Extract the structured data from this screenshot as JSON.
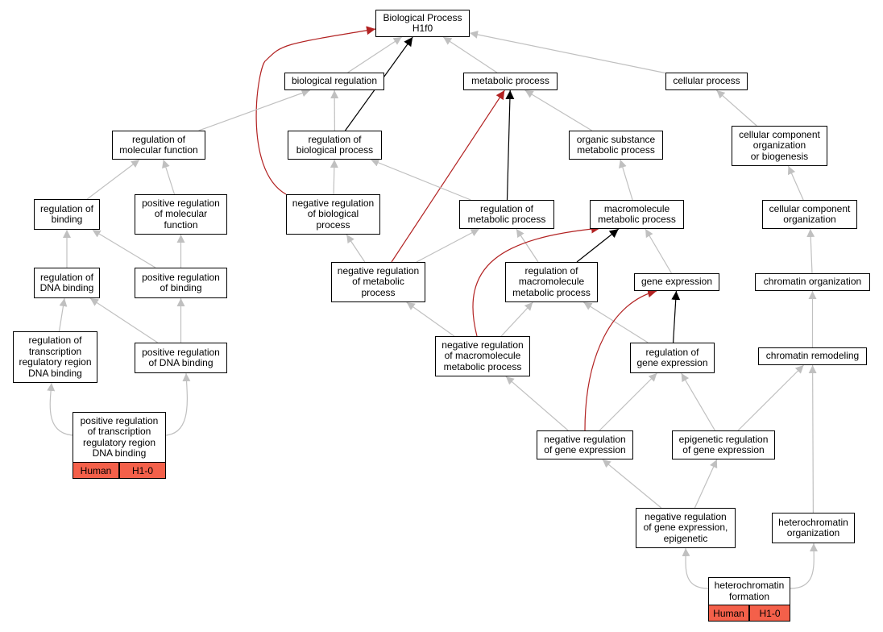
{
  "colors": {
    "normal": "#c0c0c0",
    "strong": "#000000",
    "negative": "#b22222",
    "highlight": "#f4604a"
  },
  "nodes": {
    "bp": "Biological Process\nH1f0",
    "bioreg": "biological regulation",
    "metab": "metabolic process",
    "cell": "cellular process",
    "regmol": "regulation of\nmolecular function",
    "regbp": "regulation of\nbiological process",
    "orgsub": "organic substance\nmetabolic process",
    "ccob": "cellular component\norganization\nor biogenesis",
    "regbind": "regulation of\nbinding",
    "posregmol": "positive regulation\nof molecular\nfunction",
    "negregbp": "negative regulation\nof biological\nprocess",
    "regmetab": "regulation of\nmetabolic process",
    "macro": "macromolecule\nmetabolic process",
    "cco": "cellular component\norganization",
    "regdna": "regulation of\nDNA binding",
    "posregbind": "positive regulation\nof binding",
    "negregmetab": "negative regulation\nof metabolic\nprocess",
    "regmacro": "regulation of\nmacromolecule\nmetabolic process",
    "geneexp": "gene expression",
    "chromorg": "chromatin organization",
    "regtrans": "regulation of\ntranscription\nregulatory region\nDNA binding",
    "posregdna": "positive regulation\nof DNA binding",
    "negregmacro": "negative regulation\nof macromolecule\nmetabolic process",
    "reggene": "regulation of\ngene expression",
    "chromrem": "chromatin remodeling",
    "posregtrans": "positive regulation\nof transcription\nregulatory region\nDNA binding",
    "negreggene": "negative regulation\nof gene expression",
    "epireg": "epigenetic regulation\nof gene expression",
    "negepi": "negative regulation\nof gene expression,\nepigenetic",
    "hetorg": "heterochromatin\norganization",
    "hetform": "heterochromatin\nformation"
  },
  "annotations": [
    {
      "node": "posregtrans",
      "species": "Human",
      "gene": "H1-0"
    },
    {
      "node": "hetform",
      "species": "Human",
      "gene": "H1-0"
    }
  ],
  "edges": [
    {
      "from": "bioreg",
      "to": "bp",
      "type": "normal"
    },
    {
      "from": "metab",
      "to": "bp",
      "type": "normal"
    },
    {
      "from": "cell",
      "to": "bp",
      "type": "normal"
    },
    {
      "from": "regbp",
      "to": "bp",
      "type": "strong"
    },
    {
      "from": "negregbp",
      "to": "bp",
      "type": "negative"
    },
    {
      "from": "regmol",
      "to": "bioreg",
      "type": "normal"
    },
    {
      "from": "regbp",
      "to": "bioreg",
      "type": "normal"
    },
    {
      "from": "orgsub",
      "to": "metab",
      "type": "normal"
    },
    {
      "from": "regmetab",
      "to": "metab",
      "type": "strong"
    },
    {
      "from": "negregmetab",
      "to": "metab",
      "type": "negative"
    },
    {
      "from": "ccob",
      "to": "cell",
      "type": "normal"
    },
    {
      "from": "regbind",
      "to": "regmol",
      "type": "normal"
    },
    {
      "from": "posregmol",
      "to": "regmol",
      "type": "normal"
    },
    {
      "from": "negregbp",
      "to": "regbp",
      "type": "normal"
    },
    {
      "from": "regmetab",
      "to": "regbp",
      "type": "normal"
    },
    {
      "from": "macro",
      "to": "orgsub",
      "type": "normal"
    },
    {
      "from": "cco",
      "to": "ccob",
      "type": "normal"
    },
    {
      "from": "regdna",
      "to": "regbind",
      "type": "normal"
    },
    {
      "from": "posregbind",
      "to": "regbind",
      "type": "normal"
    },
    {
      "from": "posregbind",
      "to": "posregmol",
      "type": "normal"
    },
    {
      "from": "negregmetab",
      "to": "negregbp",
      "type": "normal"
    },
    {
      "from": "negregmetab",
      "to": "regmetab",
      "type": "normal"
    },
    {
      "from": "regmacro",
      "to": "regmetab",
      "type": "normal"
    },
    {
      "from": "regmacro",
      "to": "macro",
      "type": "strong"
    },
    {
      "from": "negregmacro",
      "to": "macro",
      "type": "negative"
    },
    {
      "from": "geneexp",
      "to": "macro",
      "type": "normal"
    },
    {
      "from": "chromorg",
      "to": "cco",
      "type": "normal"
    },
    {
      "from": "regtrans",
      "to": "regdna",
      "type": "normal"
    },
    {
      "from": "posregdna",
      "to": "regdna",
      "type": "normal"
    },
    {
      "from": "posregdna",
      "to": "posregbind",
      "type": "normal"
    },
    {
      "from": "negregmacro",
      "to": "negregmetab",
      "type": "normal"
    },
    {
      "from": "negregmacro",
      "to": "regmacro",
      "type": "normal"
    },
    {
      "from": "reggene",
      "to": "regmacro",
      "type": "normal"
    },
    {
      "from": "reggene",
      "to": "geneexp",
      "type": "strong"
    },
    {
      "from": "negreggene",
      "to": "geneexp",
      "type": "negative"
    },
    {
      "from": "chromrem",
      "to": "chromorg",
      "type": "normal"
    },
    {
      "from": "posregtrans",
      "to": "regtrans",
      "type": "normal"
    },
    {
      "from": "posregtrans",
      "to": "posregdna",
      "type": "normal"
    },
    {
      "from": "negreggene",
      "to": "negregmacro",
      "type": "normal"
    },
    {
      "from": "negreggene",
      "to": "reggene",
      "type": "normal"
    },
    {
      "from": "epireg",
      "to": "reggene",
      "type": "normal"
    },
    {
      "from": "epireg",
      "to": "chromrem",
      "type": "normal"
    },
    {
      "from": "hetorg",
      "to": "chromrem",
      "type": "normal"
    },
    {
      "from": "negepi",
      "to": "negreggene",
      "type": "normal"
    },
    {
      "from": "negepi",
      "to": "epireg",
      "type": "normal"
    },
    {
      "from": "hetform",
      "to": "negepi",
      "type": "normal"
    },
    {
      "from": "hetform",
      "to": "hetorg",
      "type": "normal"
    }
  ]
}
